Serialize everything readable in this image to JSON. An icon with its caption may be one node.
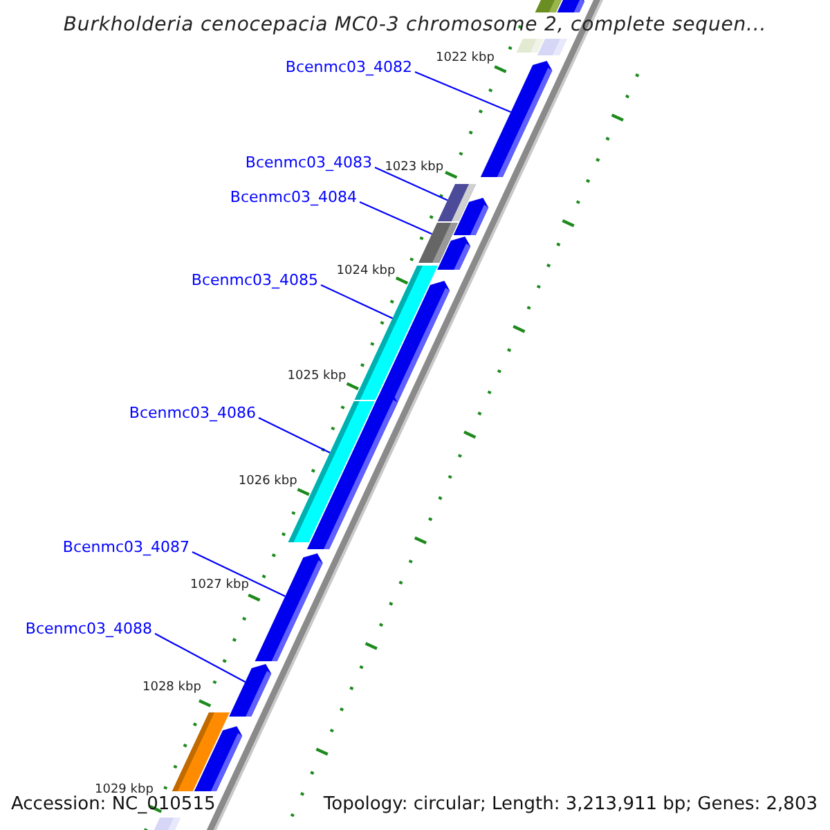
{
  "diagram": {
    "title": "Burkholderia cenocepacia MC0-3 chromosome 2, complete sequen...",
    "nodes": [
      {
        "text": [
          "Bcenmc03_4082"
        ]
      },
      {
        "text": [
          "Bcenmc03_4083"
        ]
      },
      {
        "text": [
          "Bcenmc03_4084"
        ]
      },
      {
        "text": [
          "Bcenmc03_4085"
        ]
      },
      {
        "text": [
          "Bcenmc03_4086"
        ]
      },
      {
        "text": [
          "Bcenmc03_4087"
        ]
      },
      {
        "text": [
          "Bcenmc03_4088"
        ]
      },
      {
        "text": [],
        "shape": "bar"
      },
      {
        "text": [],
        "shape": "pentagon"
      },
      {
        "text": [],
        "shape": "bar"
      },
      {
        "text": [],
        "shape": "bar"
      },
      {
        "text": [],
        "shape": "pentagon"
      },
      {
        "text": [],
        "shape": "bar"
      },
      {
        "text": [],
        "shape": "pentagon"
      },
      {
        "text": [],
        "shape": "bar"
      },
      {
        "text": [],
        "shape": "pentagon"
      },
      {
        "text": [],
        "shape": "bar"
      },
      {
        "text": [],
        "shape": "pentagon"
      },
      {
        "text": [],
        "shape": "pentagon"
      },
      {
        "text": [],
        "shape": "bar"
      },
      {
        "text": [],
        "shape": "pentagon"
      },
      {
        "text": [],
        "shape": "pentagon"
      },
      {
        "text": [],
        "shape": "bar"
      },
      {
        "text": [],
        "shape": "pentagon"
      },
      {
        "text": [],
        "shape": "bar"
      }
    ],
    "edges": [
      {
        "from": 0,
        "to": 11,
        "arrow": "none"
      },
      {
        "from": 1,
        "to": 12,
        "arrow": "none"
      },
      {
        "from": 2,
        "to": 14,
        "arrow": "none"
      },
      {
        "from": 3,
        "to": 16,
        "arrow": "none"
      },
      {
        "from": 4,
        "to": 19,
        "arrow": "none"
      },
      {
        "from": 5,
        "to": 20,
        "arrow": "none"
      },
      {
        "from": 6,
        "to": 21,
        "arrow": "none"
      }
    ],
    "labels": [
      "1022 kbp",
      "1023 kbp",
      "1024 kbp",
      "1025 kbp",
      "1026 kbp",
      "1027 kbp",
      "1028 kbp",
      "1029 kbp",
      "Accession: NC_010515",
      "Topology: circular; Length: 3,213,911 bp; Genes: 2,803"
    ]
  }
}
